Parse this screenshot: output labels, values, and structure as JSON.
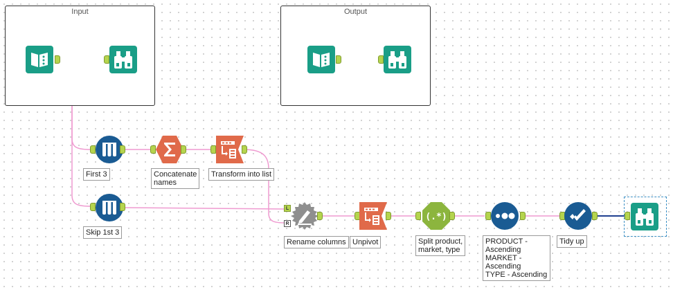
{
  "containers": {
    "input": {
      "title": "Input"
    },
    "output": {
      "title": "Output"
    }
  },
  "tools": {
    "input_data_1": {
      "icon": "input-book-icon",
      "color": "#1a9e87"
    },
    "browse_1": {
      "icon": "binoculars-icon",
      "color": "#1a9e87"
    },
    "input_data_2": {
      "icon": "input-book-icon",
      "color": "#1a9e87"
    },
    "browse_2": {
      "icon": "binoculars-icon",
      "color": "#1a9e87"
    },
    "sample_first3": {
      "icon": "sample-tubes-icon",
      "color": "#1a5b93",
      "label": "First 3"
    },
    "sample_skip3": {
      "icon": "sample-tubes-icon",
      "color": "#1a5b93",
      "label": "Skip 1st 3"
    },
    "summarize": {
      "icon": "sigma-icon",
      "color": "#e06a4a",
      "label": "Concatenate\nnames"
    },
    "transpose_list": {
      "icon": "transpose-icon",
      "color": "#e06a4a",
      "label": "Transform into list"
    },
    "dynamic_rename": {
      "icon": "dynamic-rename-icon",
      "color": "#8f8f8f",
      "label": "Rename columns"
    },
    "unpivot": {
      "icon": "transpose-icon",
      "color": "#e06a4a",
      "label": "Unpivot"
    },
    "regex": {
      "icon": "regex-icon",
      "color": "#8cb53e",
      "label": "Split product,\nmarket, type"
    },
    "sort": {
      "icon": "sort-dots-icon",
      "color": "#1a5b93",
      "label": "PRODUCT -\nAscending\nMARKET -\nAscending\nTYPE - Ascending"
    },
    "select": {
      "icon": "select-check-icon",
      "color": "#1a5b93",
      "label": "Tidy up"
    },
    "browse_final": {
      "icon": "binoculars-icon",
      "color": "#1a9e87"
    }
  },
  "anchors": {
    "left": "L",
    "right": "R"
  },
  "colors": {
    "wire": "#ef9ad0",
    "selected_wire": "#1f3f8f",
    "anchor": "#b5d44e"
  }
}
